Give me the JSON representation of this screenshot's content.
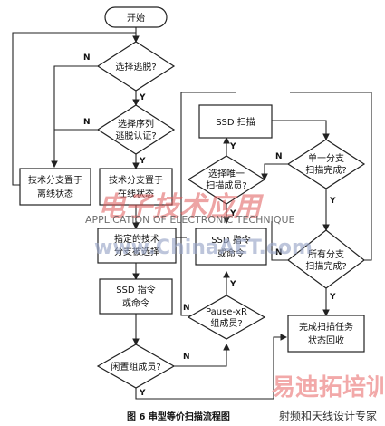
{
  "nodes": {
    "start": "开始",
    "select_out": "选择逃脱?",
    "select_seq_line1": "选择序列",
    "select_seq_line2": "逃脱认证?",
    "tech_offline_line1": "技术分支置于",
    "tech_offline_line2": "离线状态",
    "tech_online_line1": "技术分支置于",
    "tech_online_line2": "在线状态",
    "specified_line1": "指定的技术",
    "specified_line2": "分支被选择",
    "ssd_cmd_line1": "SSD 指令",
    "ssd_cmd_line2": "或命令",
    "idle_member": "闲置组成员?",
    "ssd_scan": "SSD 扫描",
    "select_unique_line1": "选择唯一",
    "select_unique_line2": "扫描成员?",
    "ssd_cmd2_line1": "SSD 指令",
    "ssd_cmd2_line2": "或命令",
    "pause_line1": "Pause-xR",
    "pause_line2": "组成员?",
    "single_branch_line1": "单一分支",
    "single_branch_line2": "扫描完成?",
    "all_branch_line1": "所有分支",
    "all_branch_line2": "扫描完成?",
    "complete_line1": "完成扫描任务",
    "complete_line2": "状态回收"
  },
  "labels": {
    "yes": "Y",
    "no": "N"
  },
  "caption": "图 6  串型等价扫描流程图",
  "watermarks": {
    "cn": "电子技术应用",
    "en": "APPLICATION OF ELECTRONIC TECHNIQUE",
    "url": "www.ChinaAET.com",
    "brand": "易迪拓培训",
    "brand_sub": "射频和天线设计专家"
  }
}
